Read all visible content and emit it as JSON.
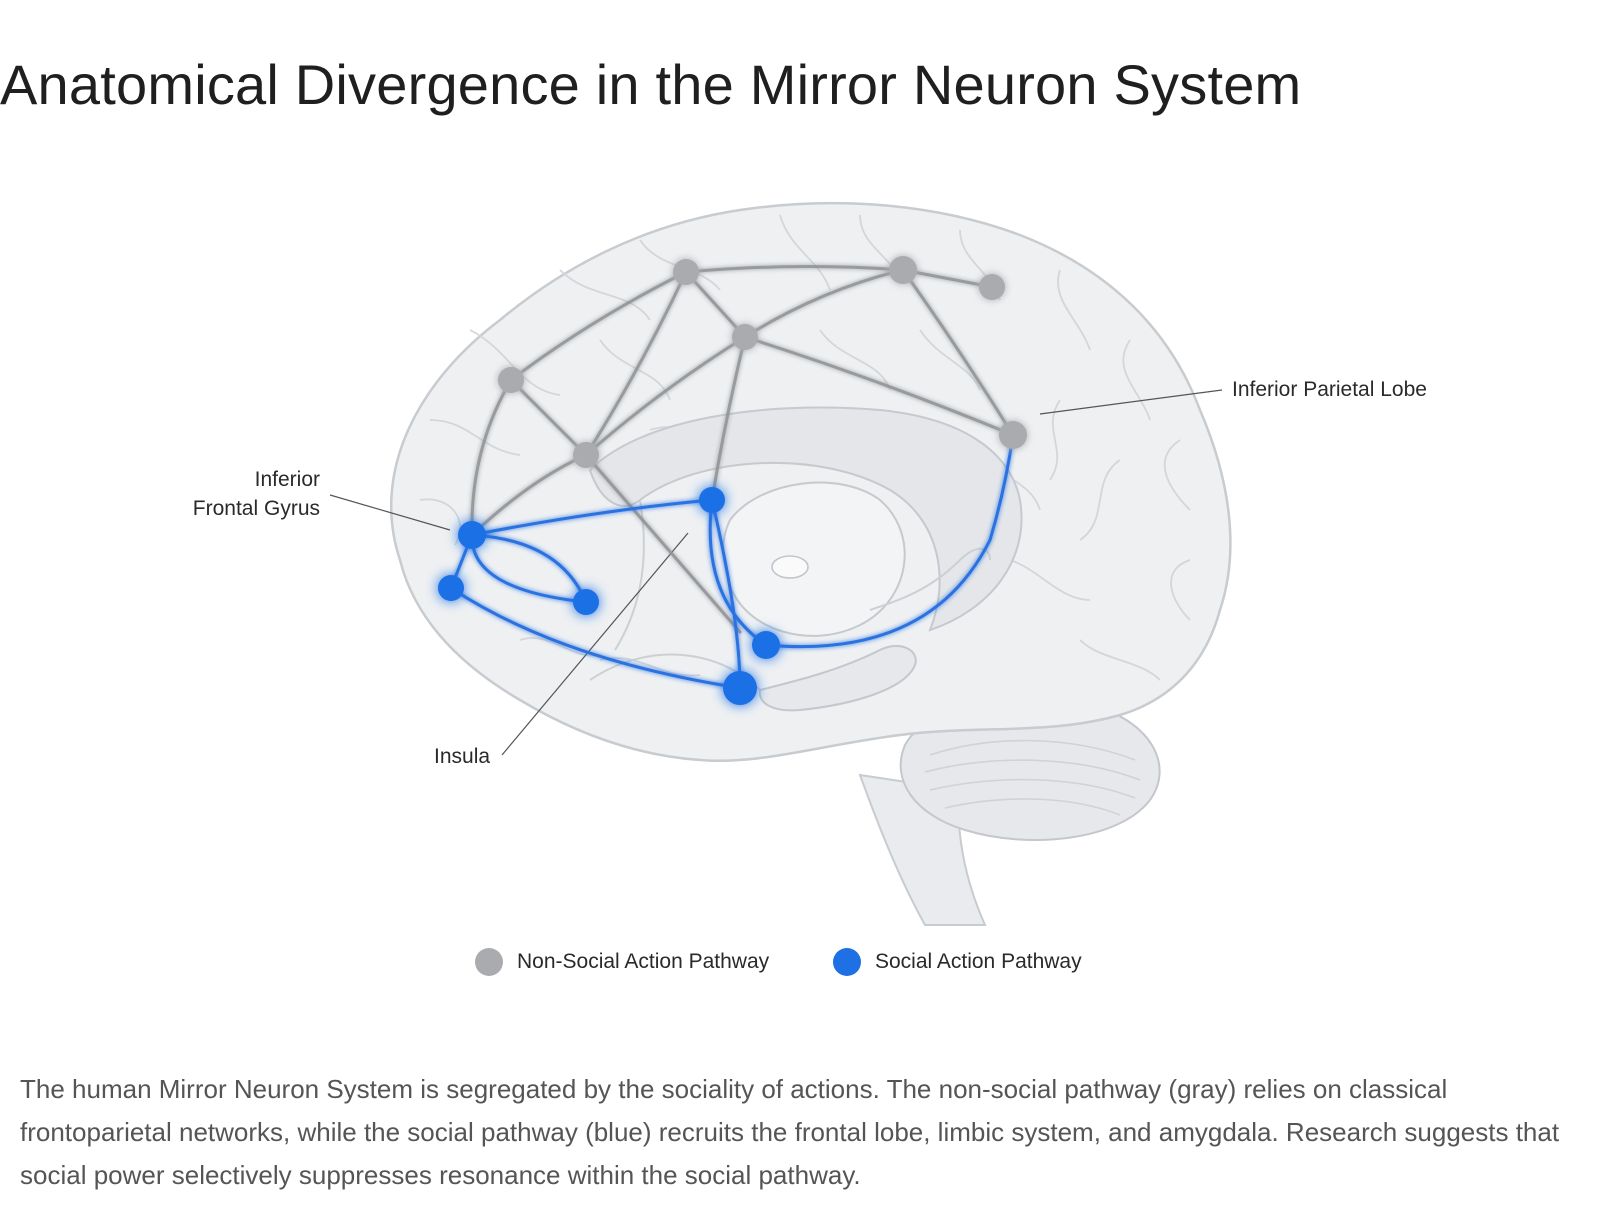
{
  "title": "Anatomical Divergence in the Mirror Neuron System",
  "labels": {
    "inferior_frontal_gyrus_line1": "Inferior",
    "inferior_frontal_gyrus_line2": "Frontal Gyrus",
    "inferior_parietal_lobe": "Inferior Parietal Lobe",
    "insula": "Insula"
  },
  "legend": {
    "non_social": {
      "label": "Non-Social Action Pathway",
      "color": "#a9abae"
    },
    "social": {
      "label": "Social Action Pathway",
      "color": "#1f6fe5"
    }
  },
  "caption": "The human Mirror Neuron System is segregated by the sociality of actions. The non-social pathway (gray) relies on classical frontoparietal networks, while the social pathway (blue) recruits the frontal lobe, limbic system, and amygdala. Research suggests that social power selectively suppresses resonance within the social pathway.",
  "colors": {
    "brain_fill": "#eef0f2",
    "brain_stroke": "#c8cbcf",
    "gray_node": "#a9abae",
    "gray_edge": "#8f9295",
    "blue_node": "#1f6fe5",
    "blue_edge": "#2a72e0"
  }
}
